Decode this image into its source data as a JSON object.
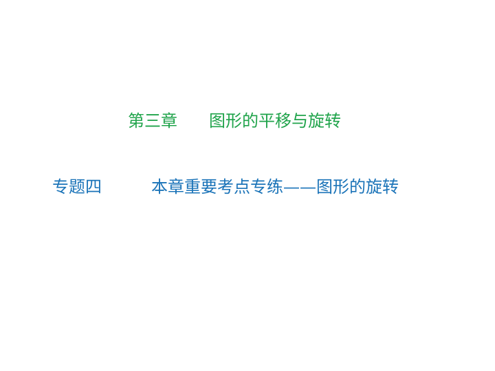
{
  "chapter": {
    "label": "第三章",
    "title": "图形的平移与旋转",
    "color": "#1fa34a"
  },
  "topic": {
    "label": "专题四",
    "title": "本章重要考点专练——图形的旋转",
    "color": "#1a73b8"
  }
}
